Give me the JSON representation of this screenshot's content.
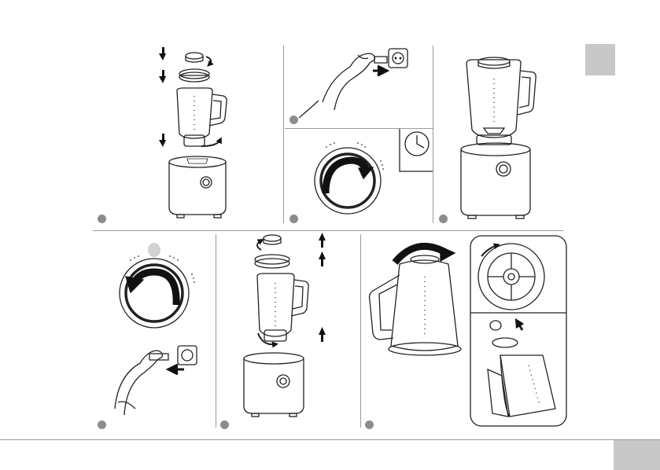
{
  "page": {
    "section_tab_color": "#c8c8c8",
    "footer_tab_color": "#c8c8c8",
    "line_color": "#222222",
    "marker_color": "#8c8c8c"
  },
  "steps": [
    {
      "id": 1,
      "icon": "assemble-jug-on-base-icon"
    },
    {
      "id": 2,
      "icon": "plug-into-socket-icon"
    },
    {
      "id": 3,
      "icon": "turn-speed-dial-clockwise-icon"
    },
    {
      "id": 4,
      "icon": "timer-clock-icon"
    },
    {
      "id": 5,
      "icon": "blender-assembled-icon"
    },
    {
      "id": 6,
      "icon": "turn-dial-to-off-icon"
    },
    {
      "id": 7,
      "icon": "unplug-from-socket-icon"
    },
    {
      "id": 8,
      "icon": "disassemble-jug-icon"
    },
    {
      "id": 9,
      "icon": "remove-blade-assembly-icon"
    }
  ]
}
